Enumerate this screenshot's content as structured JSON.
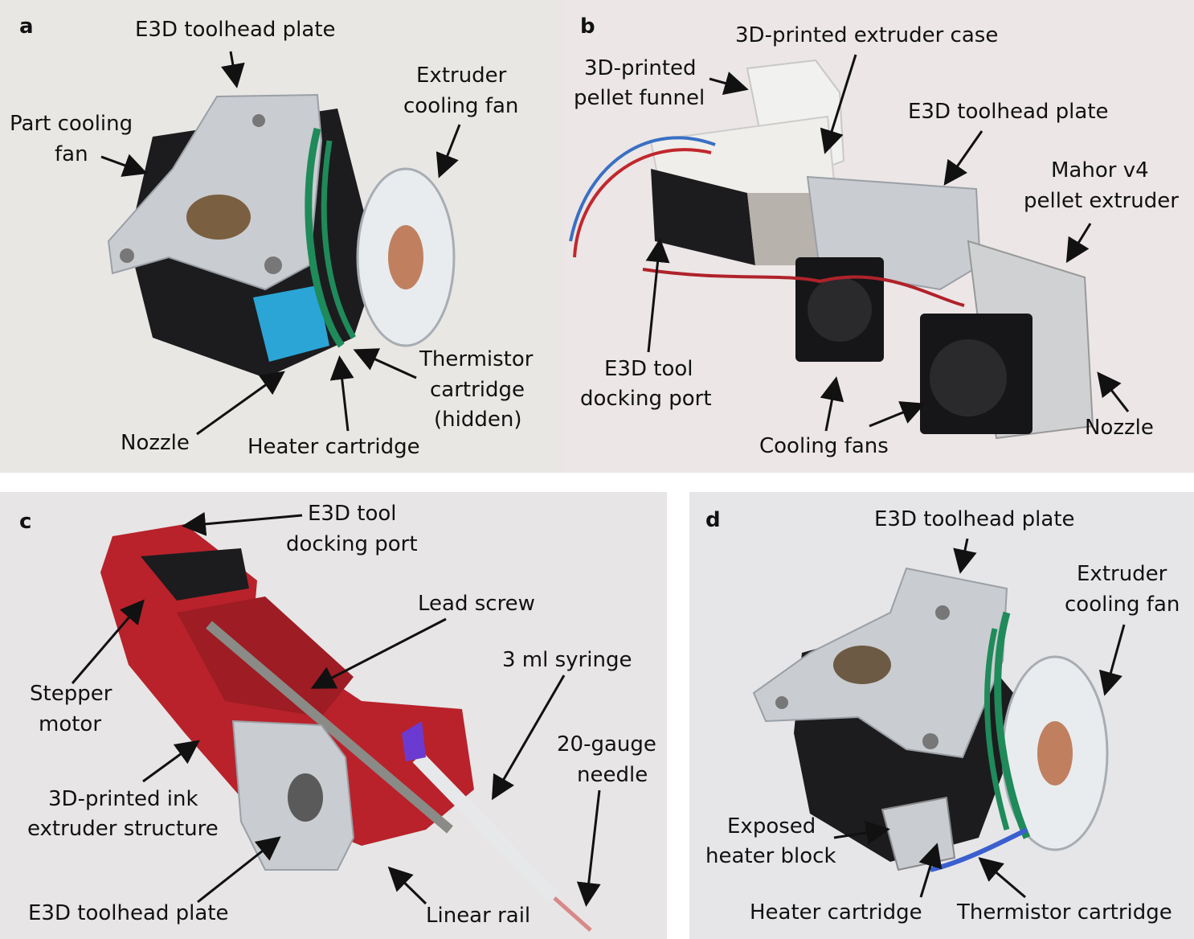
{
  "figure": {
    "panels": [
      {
        "id": "a",
        "letter": "a",
        "labels": {
          "toolhead_plate": "E3D toolhead plate",
          "part_fan_1": "Part cooling",
          "part_fan_2": "fan",
          "extruder_fan_1": "Extruder",
          "extruder_fan_2": "cooling fan",
          "thermistor_1": "Thermistor",
          "thermistor_2": "cartridge",
          "thermistor_3": "(hidden)",
          "nozzle": "Nozzle",
          "heater": "Heater cartridge"
        }
      },
      {
        "id": "b",
        "letter": "b",
        "labels": {
          "funnel_1": "3D-printed",
          "funnel_2": "pellet funnel",
          "case": "3D-printed extruder case",
          "toolhead_plate": "E3D toolhead plate",
          "mahor_1": "Mahor v4",
          "mahor_2": "pellet extruder",
          "dock_1": "E3D tool",
          "dock_2": "docking port",
          "fans": "Cooling fans",
          "nozzle": "Nozzle"
        }
      },
      {
        "id": "c",
        "letter": "c",
        "labels": {
          "dock_1": "E3D tool",
          "dock_2": "docking port",
          "lead_screw": "Lead screw",
          "syringe": "3 ml syringe",
          "needle_1": "20-gauge",
          "needle_2": "needle",
          "stepper_1": "Stepper",
          "stepper_2": "motor",
          "structure_1": "3D-printed ink",
          "structure_2": "extruder structure",
          "toolhead_plate": "E3D toolhead plate",
          "rail": "Linear rail"
        }
      },
      {
        "id": "d",
        "letter": "d",
        "labels": {
          "toolhead_plate": "E3D toolhead plate",
          "extruder_fan_1": "Extruder",
          "extruder_fan_2": "cooling fan",
          "heater_block_1": "Exposed",
          "heater_block_2": "heater block",
          "heater": "Heater cartridge",
          "thermistor": "Thermistor cartridge"
        }
      }
    ],
    "colors": {
      "background_a": "#e9e7e4",
      "background_b": "#ece6e6",
      "background_c": "#e7e5e6",
      "background_d": "#e6e6e8",
      "aluminum": "#c9ccd0",
      "red_part": "#b9222b",
      "blue_block": "#2aa5d6",
      "green_wire": "#1f8a5a",
      "black_part": "#1c1c1e"
    }
  }
}
